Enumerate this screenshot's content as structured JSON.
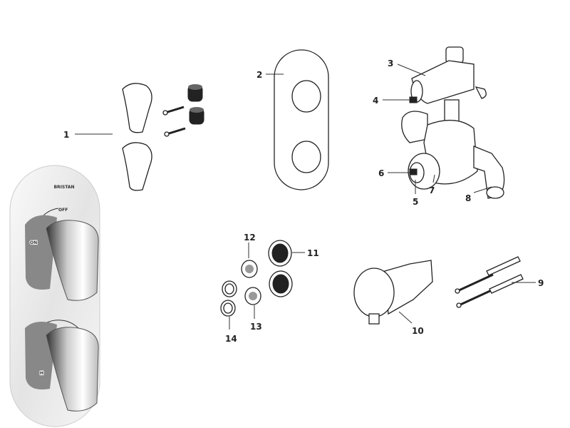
{
  "diagram": {
    "callouts": [
      {
        "id": "1",
        "label": "1"
      },
      {
        "id": "2",
        "label": "2"
      },
      {
        "id": "3",
        "label": "3"
      },
      {
        "id": "4",
        "label": "4"
      },
      {
        "id": "5",
        "label": "5"
      },
      {
        "id": "6",
        "label": "6"
      },
      {
        "id": "7",
        "label": "7"
      },
      {
        "id": "8",
        "label": "8"
      },
      {
        "id": "9",
        "label": "9"
      },
      {
        "id": "10",
        "label": "10"
      },
      {
        "id": "11",
        "label": "11"
      },
      {
        "id": "12",
        "label": "12"
      },
      {
        "id": "13",
        "label": "13"
      },
      {
        "id": "14",
        "label": "14"
      }
    ],
    "product_photo": {
      "brand": "BRISTAN",
      "off_label": "OFF",
      "on_label": "ON",
      "hot_label": "H"
    }
  }
}
